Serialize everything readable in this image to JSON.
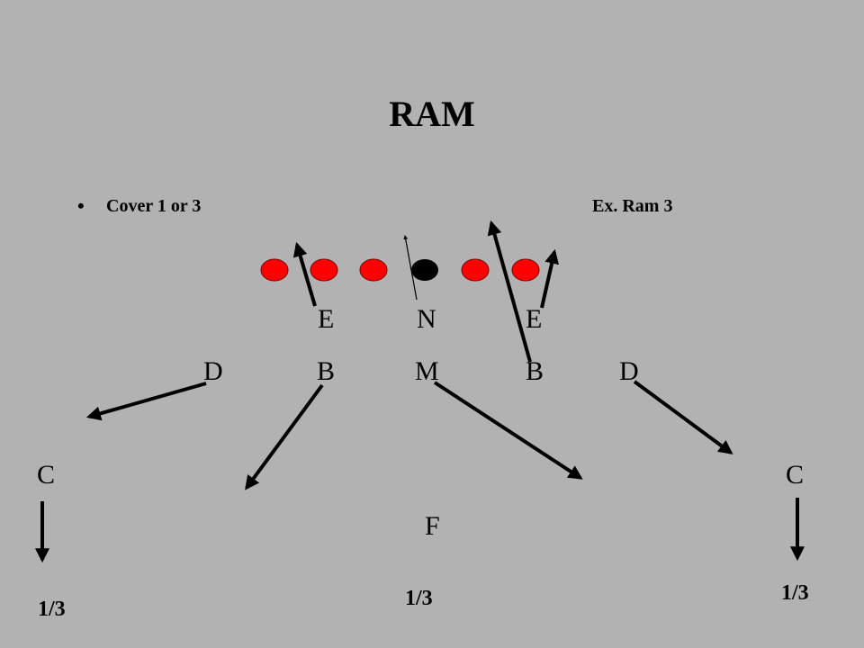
{
  "title": "RAM",
  "bullet": {
    "glyph": "•",
    "text": "Cover 1 or 3",
    "note": "Ex. Ram 3"
  },
  "offense": {
    "linemen_color": "#ff0000",
    "center_color": "#000000",
    "count_left": 3,
    "count_right": 2
  },
  "defense": {
    "front": [
      "E",
      "N",
      "E"
    ],
    "backers": [
      "D",
      "B",
      "M",
      "B",
      "D"
    ],
    "corners": [
      "C",
      "C"
    ],
    "safety": "F"
  },
  "zones": [
    "1/3",
    "1/3",
    "1/3"
  ],
  "colors": {
    "background": "#b2b2b2",
    "ink": "#000000"
  }
}
